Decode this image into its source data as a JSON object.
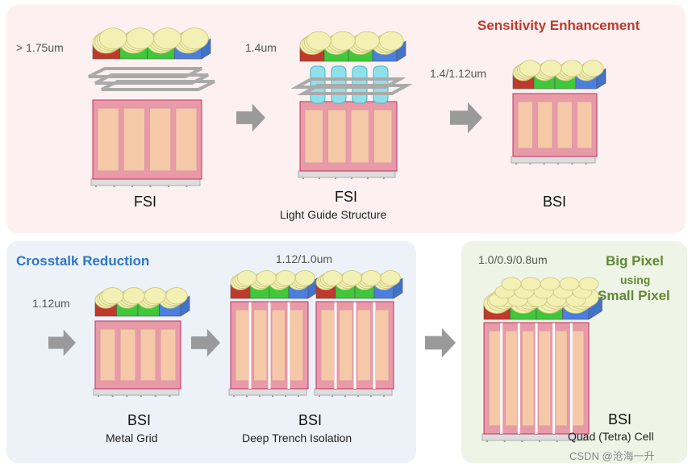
{
  "top_panel": {
    "title": "Sensitivity Enhancement",
    "title_color": "#c0392b",
    "bg_color": "#fdf0f0",
    "cells": [
      {
        "size": "> 1.75um",
        "type": "FSI",
        "subtitle": ""
      },
      {
        "size": "1.4um",
        "type": "FSI",
        "subtitle": "Light Guide Structure"
      },
      {
        "size": "1.4/1.12um",
        "type": "BSI",
        "subtitle": ""
      }
    ]
  },
  "bottom_left_panel": {
    "title": "Crosstalk Reduction",
    "title_color": "#2e75c9",
    "bg_color": "#edf2f9",
    "cells": [
      {
        "size": "1.12um",
        "type": "BSI",
        "subtitle": "Metal Grid"
      },
      {
        "size": "1.12/1.0um",
        "type": "BSI",
        "subtitle": "Deep Trench Isolation"
      }
    ]
  },
  "bottom_right_panel": {
    "title_lines": [
      "Big Pixel",
      "using",
      "Small Pixel"
    ],
    "title_color": "#5f8a32",
    "bg_color": "#eef4e6",
    "cell": {
      "size": "1.0/0.9/0.8um",
      "type": "BSI",
      "subtitle": "Quad (Tetra) Cell"
    }
  },
  "watermark": "CSDN @沧海一升",
  "colors": {
    "micro_lens": "#f3f0b4",
    "filter_red": "#c0392b",
    "filter_green": "#3fc83a",
    "filter_blue": "#4a7fe0",
    "photodiode_body": "#e89aa6",
    "photodiode_window": "#f5c9a8",
    "light_guide": "#8fe0ea",
    "arrow": "#9a9a9a"
  }
}
